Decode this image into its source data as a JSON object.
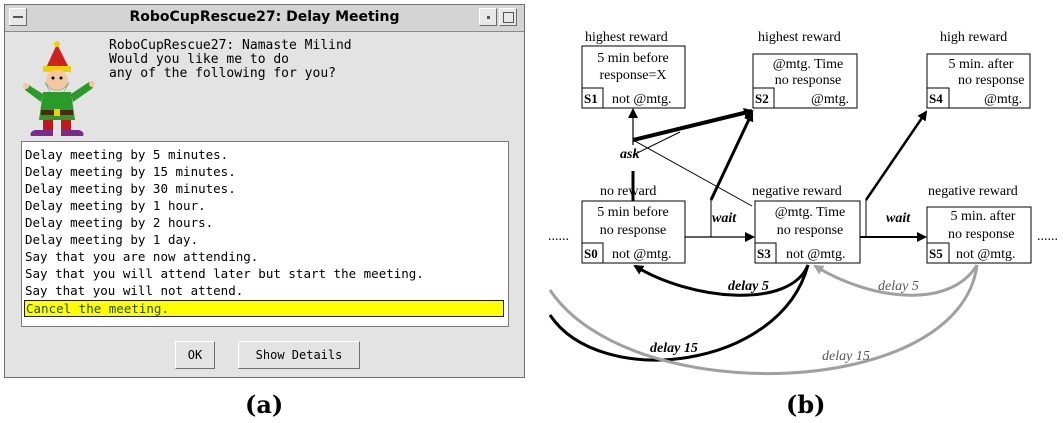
{
  "dialog": {
    "title": "RoboCupRescue27: Delay Meeting",
    "message_lines": [
      "RoboCupRescue27: Namaste Milind",
      "Would you like me to do",
      "any of the following for you?"
    ],
    "options": [
      "Delay meeting by 5 minutes.",
      "Delay meeting by 15 minutes.",
      "Delay meeting by 30 minutes.",
      "Delay meeting by 1 hour.",
      "Delay meeting by 2 hours.",
      "Delay meeting by 1 day.",
      "Say that you are now attending.",
      "Say that you will attend later but start the meeting.",
      "Say that you will not attend.",
      "Cancel the meeting."
    ],
    "selected_option": "Cancel the meeting.",
    "ok_label": "OK",
    "details_label": "Show Details"
  },
  "captions": {
    "a": "(a)",
    "b": "(b)"
  },
  "diagram": {
    "states": [
      {
        "id": "S0",
        "reward": "no reward",
        "lines": [
          "5 min before",
          "no response",
          "not @mtg."
        ]
      },
      {
        "id": "S1",
        "reward": "highest reward",
        "lines": [
          "5 min before",
          "response=X",
          "not @mtg."
        ]
      },
      {
        "id": "S2",
        "reward": "highest reward",
        "lines": [
          "@mtg. Time",
          "no response",
          "@mtg."
        ]
      },
      {
        "id": "S3",
        "reward": "negative reward",
        "lines": [
          "@mtg. Time",
          "no response",
          "not @mtg."
        ]
      },
      {
        "id": "S4",
        "reward": "high reward",
        "lines": [
          "5 min. after",
          "no response",
          "@mtg."
        ]
      },
      {
        "id": "S5",
        "reward": "negative reward",
        "lines": [
          "5 min. after",
          "no response",
          "not @mtg."
        ]
      }
    ],
    "actions": {
      "ask": "ask",
      "wait1": "wait",
      "wait2": "wait",
      "delay5a": "delay 5",
      "delay15a": "delay 15",
      "delay5b": "delay 5",
      "delay15b": "delay 15"
    },
    "ellipsis": "......"
  }
}
